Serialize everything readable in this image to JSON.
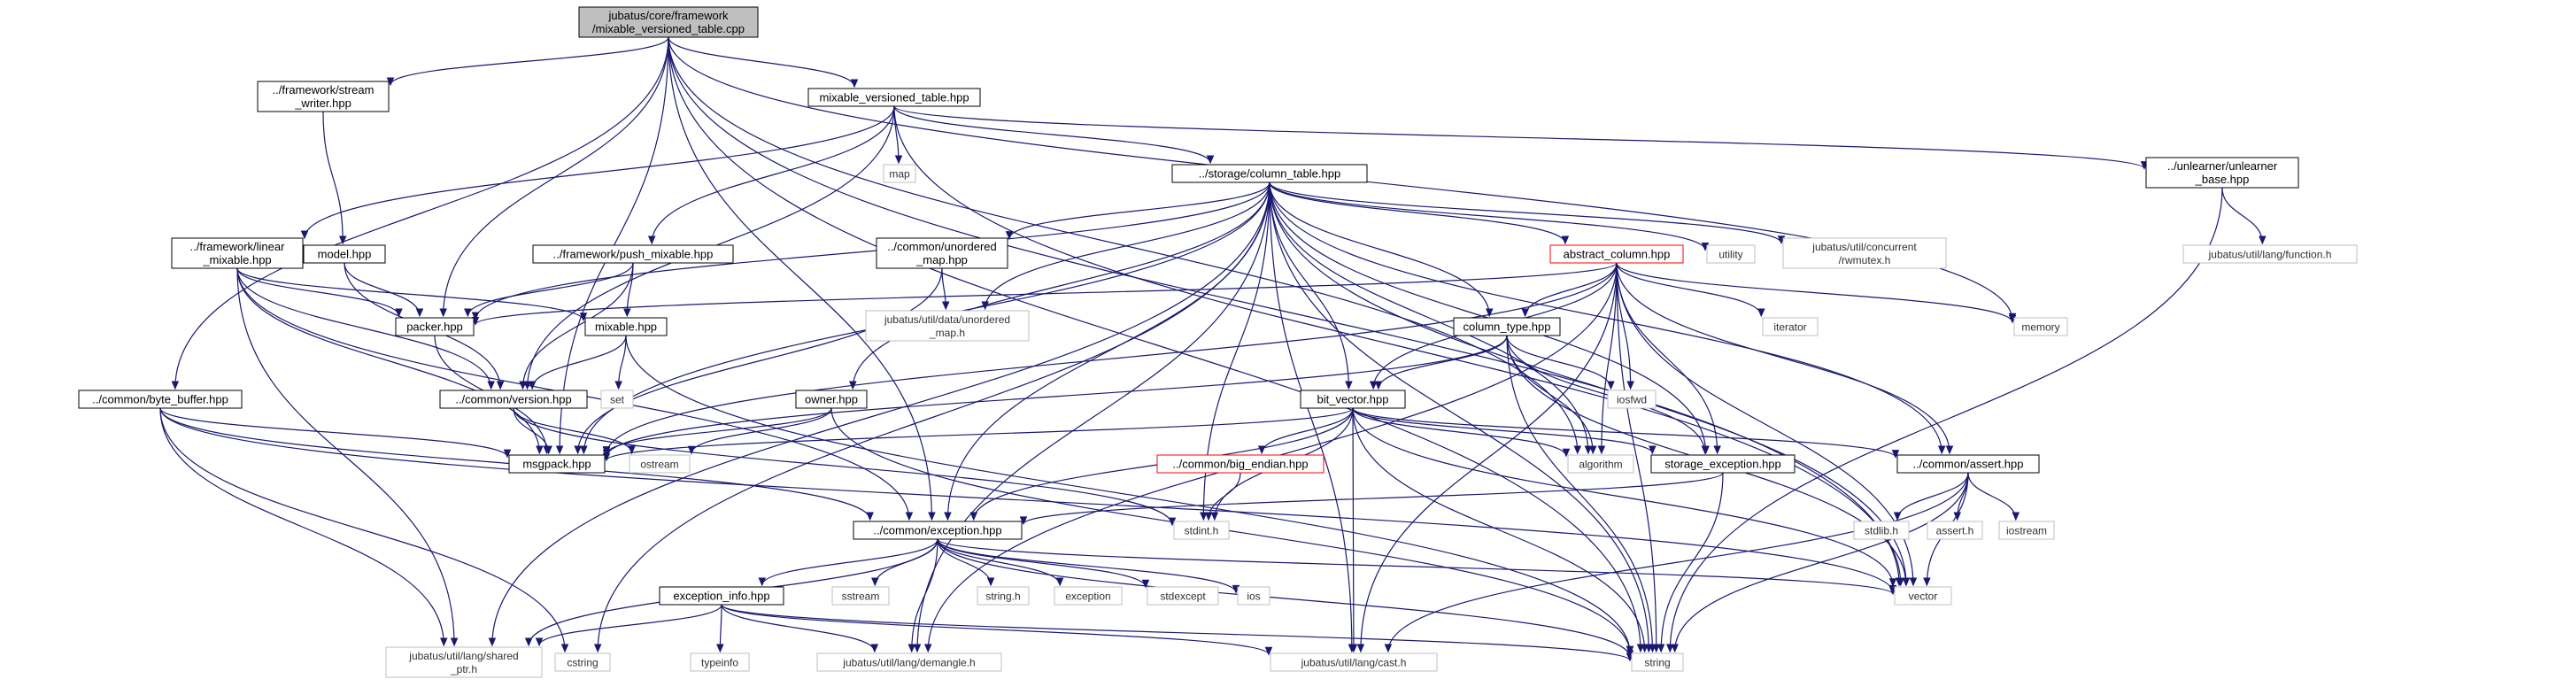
{
  "colors": {
    "edge": "#191970",
    "root_fill": "#bfbfbf",
    "node_border": "#000000",
    "external_border": "#bfbfbf",
    "missing_border": "#ff0000"
  },
  "nodes": [
    {
      "id": "root",
      "kind": "root",
      "lines": [
        "jubatus/core/framework",
        "/mixable_versioned_table.cpp"
      ]
    },
    {
      "id": "stream_writer",
      "kind": "normal",
      "lines": [
        "../framework/stream",
        "_writer.hpp"
      ]
    },
    {
      "id": "mvt_hpp",
      "kind": "normal",
      "lines": [
        "mixable_versioned_table.hpp"
      ]
    },
    {
      "id": "map",
      "kind": "external",
      "lines": [
        "map"
      ]
    },
    {
      "id": "column_table",
      "kind": "normal",
      "lines": [
        "../storage/column_table.hpp"
      ]
    },
    {
      "id": "unlearner_base",
      "kind": "normal",
      "lines": [
        "../unlearner/unlearner",
        "_base.hpp"
      ]
    },
    {
      "id": "lang_function",
      "kind": "external",
      "lines": [
        "jubatus/util/lang/function.h"
      ]
    },
    {
      "id": "linear_mixable",
      "kind": "normal",
      "lines": [
        "../framework/linear",
        "_mixable.hpp"
      ]
    },
    {
      "id": "model_hpp",
      "kind": "normal",
      "lines": [
        "model.hpp"
      ]
    },
    {
      "id": "push_mixable",
      "kind": "normal",
      "lines": [
        "../framework/push_mixable.hpp"
      ]
    },
    {
      "id": "unordered_map",
      "kind": "normal",
      "lines": [
        "../common/unordered",
        "_map.hpp"
      ]
    },
    {
      "id": "abstract_column",
      "kind": "missing",
      "lines": [
        "abstract_column.hpp"
      ]
    },
    {
      "id": "utility",
      "kind": "external",
      "lines": [
        "utility"
      ]
    },
    {
      "id": "rwmutex",
      "kind": "external",
      "lines": [
        "jubatus/util/concurrent",
        "/rwmutex.h"
      ]
    },
    {
      "id": "packer",
      "kind": "normal",
      "lines": [
        "packer.hpp"
      ]
    },
    {
      "id": "mixable_hpp",
      "kind": "normal",
      "lines": [
        "mixable.hpp"
      ]
    },
    {
      "id": "data_unordered_map",
      "kind": "external",
      "lines": [
        "jubatus/util/data/unordered",
        "_map.h"
      ]
    },
    {
      "id": "column_type",
      "kind": "normal",
      "lines": [
        "column_type.hpp"
      ]
    },
    {
      "id": "iterator",
      "kind": "external",
      "lines": [
        "iterator"
      ]
    },
    {
      "id": "memory",
      "kind": "external",
      "lines": [
        "memory"
      ]
    },
    {
      "id": "byte_buffer",
      "kind": "normal",
      "lines": [
        "../common/byte_buffer.hpp"
      ]
    },
    {
      "id": "set",
      "kind": "external",
      "lines": [
        "set"
      ]
    },
    {
      "id": "version",
      "kind": "normal",
      "lines": [
        "../common/version.hpp"
      ]
    },
    {
      "id": "owner",
      "kind": "normal",
      "lines": [
        "owner.hpp"
      ]
    },
    {
      "id": "bit_vector",
      "kind": "normal",
      "lines": [
        "bit_vector.hpp"
      ]
    },
    {
      "id": "iosfwd",
      "kind": "external",
      "lines": [
        "iosfwd"
      ]
    },
    {
      "id": "msgpack",
      "kind": "normal",
      "lines": [
        "msgpack.hpp"
      ]
    },
    {
      "id": "ostream",
      "kind": "external",
      "lines": [
        "ostream"
      ]
    },
    {
      "id": "big_endian",
      "kind": "missing",
      "lines": [
        "../common/big_endian.hpp"
      ]
    },
    {
      "id": "algorithm",
      "kind": "external",
      "lines": [
        "algorithm"
      ]
    },
    {
      "id": "storage_exception",
      "kind": "normal",
      "lines": [
        "storage_exception.hpp"
      ]
    },
    {
      "id": "assert_hpp",
      "kind": "normal",
      "lines": [
        "../common/assert.hpp"
      ]
    },
    {
      "id": "stdint",
      "kind": "external",
      "lines": [
        "stdint.h"
      ]
    },
    {
      "id": "stdlib",
      "kind": "external",
      "lines": [
        "stdlib.h"
      ]
    },
    {
      "id": "assert_h",
      "kind": "external",
      "lines": [
        "assert.h"
      ]
    },
    {
      "id": "iostream",
      "kind": "external",
      "lines": [
        "iostream"
      ]
    },
    {
      "id": "exception_hpp",
      "kind": "normal",
      "lines": [
        "../common/exception.hpp"
      ]
    },
    {
      "id": "sstream",
      "kind": "external",
      "lines": [
        "sstream"
      ]
    },
    {
      "id": "string_h",
      "kind": "external",
      "lines": [
        "string.h"
      ]
    },
    {
      "id": "exception",
      "kind": "external",
      "lines": [
        "exception"
      ]
    },
    {
      "id": "stdexcept",
      "kind": "external",
      "lines": [
        "stdexcept"
      ]
    },
    {
      "id": "ios",
      "kind": "external",
      "lines": [
        "ios"
      ]
    },
    {
      "id": "vector",
      "kind": "external",
      "lines": [
        "vector"
      ]
    },
    {
      "id": "exception_info",
      "kind": "normal",
      "lines": [
        "exception_info.hpp"
      ]
    },
    {
      "id": "typeinfo",
      "kind": "external",
      "lines": [
        "typeinfo"
      ]
    },
    {
      "id": "cstring",
      "kind": "external",
      "lines": [
        "cstring"
      ]
    },
    {
      "id": "shared_ptr",
      "kind": "external",
      "lines": [
        "jubatus/util/lang/shared",
        "_ptr.h"
      ]
    },
    {
      "id": "demangle",
      "kind": "external",
      "lines": [
        "jubatus/util/lang/demangle.h"
      ]
    },
    {
      "id": "cast",
      "kind": "external",
      "lines": [
        "jubatus/util/lang/cast.h"
      ]
    },
    {
      "id": "string",
      "kind": "external",
      "lines": [
        "string"
      ]
    }
  ],
  "edges": [
    [
      "root",
      "stream_writer"
    ],
    [
      "root",
      "mvt_hpp"
    ],
    [
      "root",
      "packer"
    ],
    [
      "root",
      "byte_buffer"
    ],
    [
      "root",
      "msgpack"
    ],
    [
      "root",
      "exception_hpp"
    ],
    [
      "root",
      "memory"
    ],
    [
      "root",
      "algorithm"
    ],
    [
      "root",
      "vector"
    ],
    [
      "root",
      "string"
    ],
    [
      "stream_writer",
      "model_hpp"
    ],
    [
      "mvt_hpp",
      "map"
    ],
    [
      "mvt_hpp",
      "column_table"
    ],
    [
      "mvt_hpp",
      "unlearner_base"
    ],
    [
      "mvt_hpp",
      "linear_mixable"
    ],
    [
      "mvt_hpp",
      "push_mixable"
    ],
    [
      "mvt_hpp",
      "version"
    ],
    [
      "mvt_hpp",
      "vector"
    ],
    [
      "unlearner_base",
      "lang_function"
    ],
    [
      "unlearner_base",
      "string"
    ],
    [
      "column_table",
      "unordered_map"
    ],
    [
      "column_table",
      "abstract_column"
    ],
    [
      "column_table",
      "utility"
    ],
    [
      "column_table",
      "rwmutex"
    ],
    [
      "column_table",
      "packer"
    ],
    [
      "column_table",
      "data_unordered_map"
    ],
    [
      "column_table",
      "column_type"
    ],
    [
      "column_table",
      "owner"
    ],
    [
      "column_table",
      "bit_vector"
    ],
    [
      "column_table",
      "msgpack"
    ],
    [
      "column_table",
      "algorithm"
    ],
    [
      "column_table",
      "storage_exception"
    ],
    [
      "column_table",
      "assert_hpp"
    ],
    [
      "column_table",
      "stdint"
    ],
    [
      "column_table",
      "exception_hpp"
    ],
    [
      "column_table",
      "vector"
    ],
    [
      "column_table",
      "string"
    ],
    [
      "column_table",
      "cstring"
    ],
    [
      "column_table",
      "shared_ptr"
    ],
    [
      "column_table",
      "demangle"
    ],
    [
      "column_table",
      "cast"
    ],
    [
      "linear_mixable",
      "packer"
    ],
    [
      "linear_mixable",
      "mixable_hpp"
    ],
    [
      "linear_mixable",
      "msgpack"
    ],
    [
      "linear_mixable",
      "version"
    ],
    [
      "linear_mixable",
      "exception_hpp"
    ],
    [
      "linear_mixable",
      "shared_ptr"
    ],
    [
      "model_hpp",
      "packer"
    ],
    [
      "model_hpp",
      "version"
    ],
    [
      "push_mixable",
      "packer"
    ],
    [
      "push_mixable",
      "mixable_hpp"
    ],
    [
      "push_mixable",
      "version"
    ],
    [
      "unordered_map",
      "data_unordered_map"
    ],
    [
      "unordered_map",
      "msgpack"
    ],
    [
      "abstract_column",
      "packer"
    ],
    [
      "abstract_column",
      "column_type"
    ],
    [
      "abstract_column",
      "bit_vector"
    ],
    [
      "abstract_column",
      "iterator"
    ],
    [
      "abstract_column",
      "memory"
    ],
    [
      "abstract_column",
      "iosfwd"
    ],
    [
      "abstract_column",
      "algorithm"
    ],
    [
      "abstract_column",
      "storage_exception"
    ],
    [
      "abstract_column",
      "assert_hpp"
    ],
    [
      "abstract_column",
      "vector"
    ],
    [
      "abstract_column",
      "string"
    ],
    [
      "abstract_column",
      "demangle"
    ],
    [
      "abstract_column",
      "msgpack"
    ],
    [
      "abstract_column",
      "cast"
    ],
    [
      "packer",
      "msgpack"
    ],
    [
      "mixable_hpp",
      "version"
    ],
    [
      "mixable_hpp",
      "set"
    ],
    [
      "mixable_hpp",
      "string"
    ],
    [
      "column_type",
      "bit_vector"
    ],
    [
      "column_type",
      "iosfwd"
    ],
    [
      "column_type",
      "algorithm"
    ],
    [
      "column_type",
      "storage_exception"
    ],
    [
      "column_type",
      "vector"
    ],
    [
      "column_type",
      "string"
    ],
    [
      "column_type",
      "msgpack"
    ],
    [
      "byte_buffer",
      "msgpack"
    ],
    [
      "byte_buffer",
      "exception_hpp"
    ],
    [
      "byte_buffer",
      "cstring"
    ],
    [
      "byte_buffer",
      "shared_ptr"
    ],
    [
      "byte_buffer",
      "vector"
    ],
    [
      "version",
      "msgpack"
    ],
    [
      "version",
      "ostream"
    ],
    [
      "version",
      "stdint"
    ],
    [
      "owner",
      "msgpack"
    ],
    [
      "owner",
      "ostream"
    ],
    [
      "owner",
      "string"
    ],
    [
      "bit_vector",
      "msgpack"
    ],
    [
      "bit_vector",
      "big_endian"
    ],
    [
      "bit_vector",
      "algorithm"
    ],
    [
      "bit_vector",
      "storage_exception"
    ],
    [
      "bit_vector",
      "assert_hpp"
    ],
    [
      "bit_vector",
      "stdint"
    ],
    [
      "bit_vector",
      "exception_hpp"
    ],
    [
      "bit_vector",
      "vector"
    ],
    [
      "bit_vector",
      "string"
    ],
    [
      "bit_vector",
      "cast"
    ],
    [
      "big_endian",
      "stdint"
    ],
    [
      "storage_exception",
      "exception_hpp"
    ],
    [
      "storage_exception",
      "string"
    ],
    [
      "assert_hpp",
      "stdlib"
    ],
    [
      "assert_hpp",
      "assert_h"
    ],
    [
      "assert_hpp",
      "iostream"
    ],
    [
      "assert_hpp",
      "vector"
    ],
    [
      "assert_hpp",
      "string"
    ],
    [
      "assert_hpp",
      "cast"
    ],
    [
      "exception_hpp",
      "sstream"
    ],
    [
      "exception_hpp",
      "string_h"
    ],
    [
      "exception_hpp",
      "exception"
    ],
    [
      "exception_hpp",
      "stdexcept"
    ],
    [
      "exception_hpp",
      "ios"
    ],
    [
      "exception_hpp",
      "vector"
    ],
    [
      "exception_hpp",
      "string"
    ],
    [
      "exception_hpp",
      "exception_info"
    ],
    [
      "exception_hpp",
      "shared_ptr"
    ],
    [
      "exception_hpp",
      "demangle"
    ],
    [
      "exception_info",
      "typeinfo"
    ],
    [
      "exception_info",
      "string"
    ],
    [
      "exception_info",
      "shared_ptr"
    ],
    [
      "exception_info",
      "demangle"
    ],
    [
      "exception_info",
      "cast"
    ],
    [
      "stream_writer",
      "model_hpp"
    ]
  ]
}
